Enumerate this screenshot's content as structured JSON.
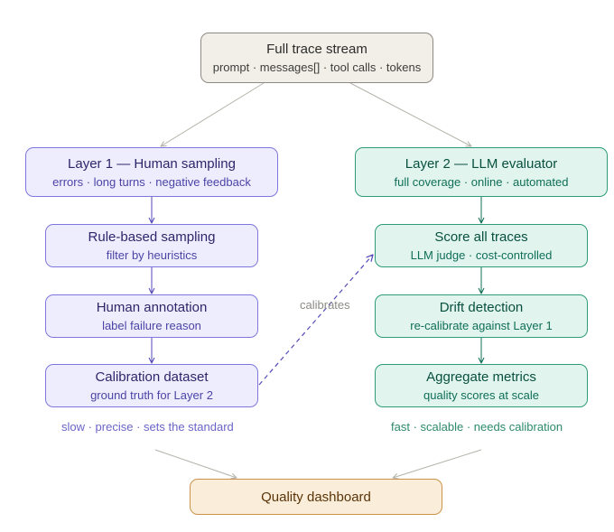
{
  "nodes": {
    "trace_stream": {
      "title": "Full trace stream",
      "subtitle": "prompt · messages[] · tool calls · tokens"
    },
    "layer1": {
      "title": "Layer 1 — Human sampling",
      "subtitle": "errors · long turns · negative feedback"
    },
    "rule_sampling": {
      "title": "Rule-based sampling",
      "subtitle": "filter by heuristics"
    },
    "human_annotation": {
      "title": "Human annotation",
      "subtitle": "label failure reason"
    },
    "calibration_dataset": {
      "title": "Calibration dataset",
      "subtitle": "ground truth for Layer 2"
    },
    "layer2": {
      "title": "Layer 2 — LLM evaluator",
      "subtitle": "full coverage · online · automated"
    },
    "score_traces": {
      "title": "Score all traces",
      "subtitle": "LLM judge · cost-controlled"
    },
    "drift_detection": {
      "title": "Drift detection",
      "subtitle": "re-calibrate against Layer 1"
    },
    "aggregate_metrics": {
      "title": "Aggregate metrics",
      "subtitle": "quality scores at scale"
    },
    "quality_dashboard": {
      "title": "Quality dashboard"
    }
  },
  "notes": {
    "layer1_summary": "slow · precise · sets the standard",
    "layer2_summary": "fast · scalable · needs calibration",
    "calibrates_label": "calibrates"
  },
  "colors": {
    "connector_gray": "#b4b2a9",
    "connector_purple": "#534ab7",
    "connector_green": "#0f6e56"
  }
}
